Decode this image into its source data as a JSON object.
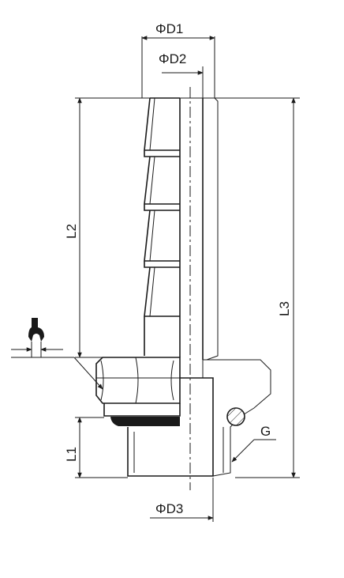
{
  "labels": {
    "d1": "ΦD1",
    "d2": "ΦD2",
    "d3": "ΦD3",
    "l1": "L1",
    "l2": "L2",
    "l3": "L3",
    "g": "G"
  },
  "colors": {
    "ink": "#1a1a1a",
    "background": "#ffffff"
  },
  "icons": {
    "wrench": "wrench-icon"
  }
}
